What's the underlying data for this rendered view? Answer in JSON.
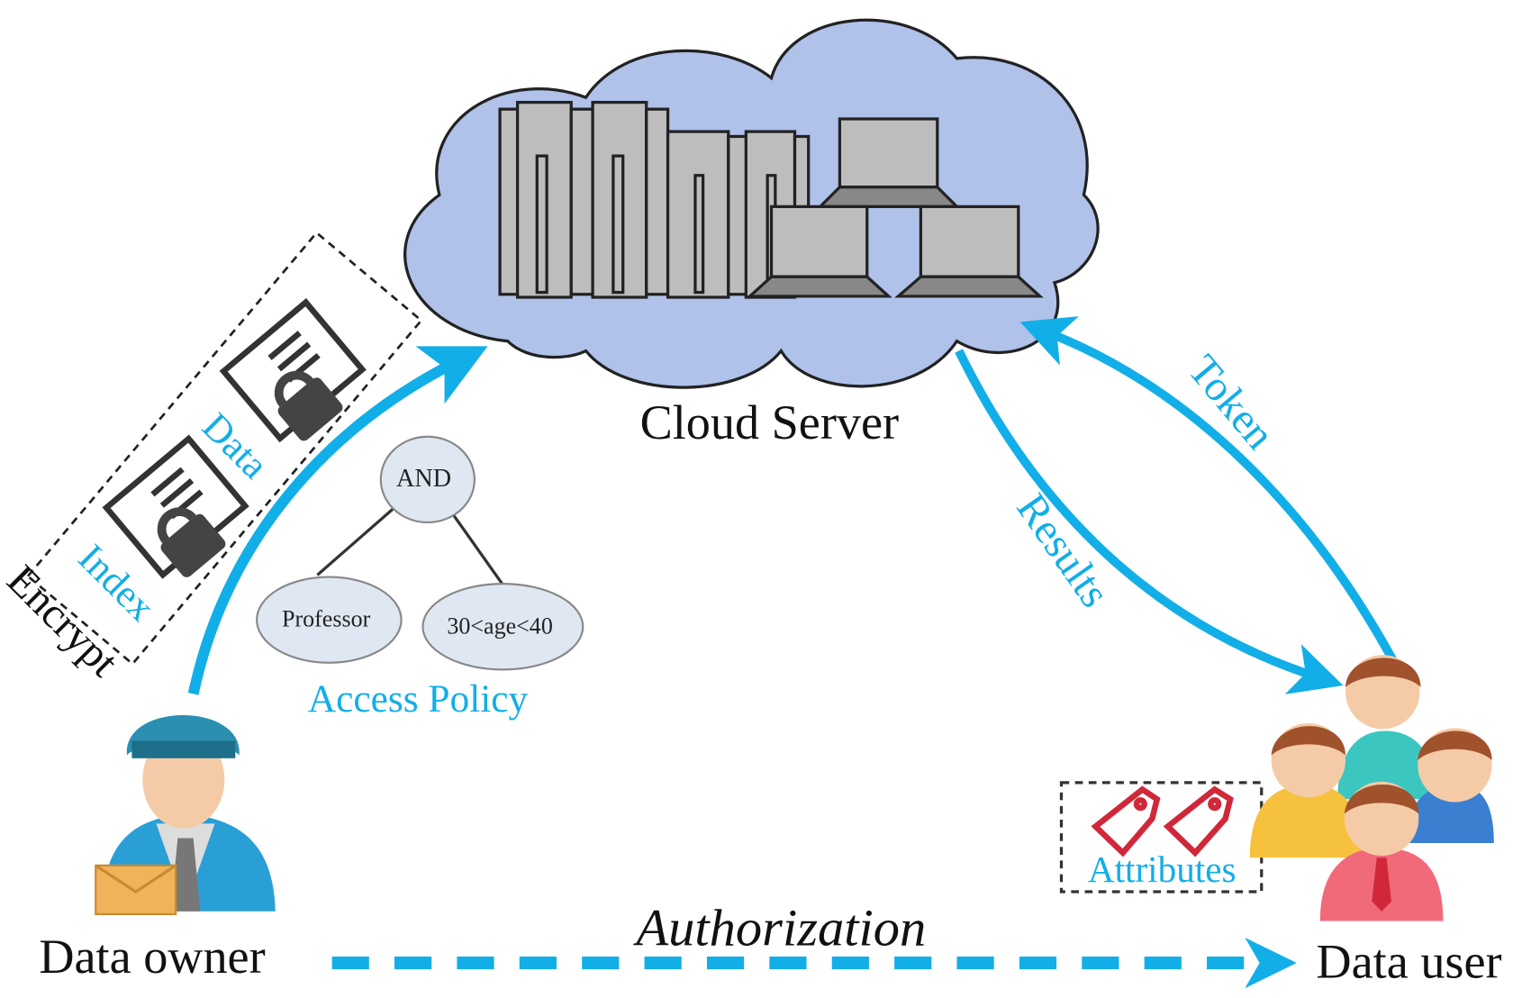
{
  "colors": {
    "arrow": "#12aee8",
    "cloud": "#b0c2ea",
    "label_blue": "#12aee8",
    "tag_red": "#d0283a",
    "node_fill": "#dfe8f2"
  },
  "cloud": {
    "label": "Cloud Server"
  },
  "encrypt": {
    "label": "Encrypt",
    "data_label": "Data",
    "index_label": "Index"
  },
  "policy": {
    "title": "Access Policy",
    "root": "AND",
    "left": "Professor",
    "right": "30<age<40"
  },
  "flows": {
    "token": "Token",
    "results": "Results",
    "authorization": "Authorization"
  },
  "owner": {
    "label": "Data owner"
  },
  "user": {
    "label": "Data user",
    "attributes": "Attributes"
  }
}
